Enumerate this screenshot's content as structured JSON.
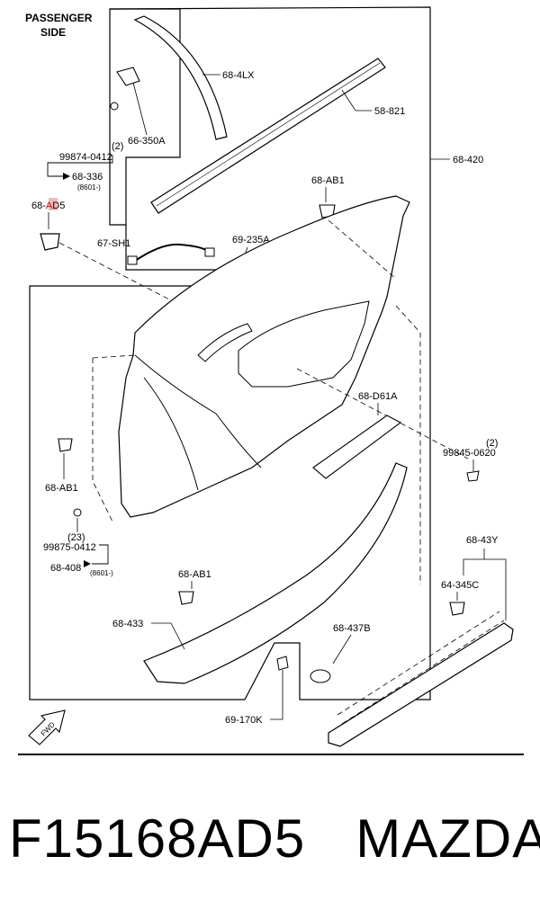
{
  "diagram": {
    "side_label_line1": "PASSENGER",
    "side_label_line2": "SIDE",
    "fwd_label": "FWD",
    "parts": {
      "molding_upper": "68-4LX",
      "weatherstrip": "58-821",
      "clip_retainer": "66-350A",
      "trim_assembly": "68-420",
      "screw_a": "99874-0412",
      "screw_a_qty": "(2)",
      "bolt_ref_1": "68-336",
      "bolt_ref_1_sub": "(8601-)",
      "target_part_prefix": "68-",
      "target_part_highlight": "A",
      "target_part_suffix": "D5",
      "clip_ab1_top": "68-AB1",
      "harness": "67-SH1",
      "connector": "69-235A",
      "handle_bracket": "68-D61A",
      "screw_b": "99845-0620",
      "screw_b_qty": "(2)",
      "clip_ab1_left": "68-AB1",
      "screw_c": "99875-0412",
      "screw_c_qty": "(23)",
      "bolt_ref_2": "68-408",
      "bolt_ref_2_sub": "(8601-)",
      "clip_ab1_lower": "68-AB1",
      "sill_trim": "68-43Y",
      "clip_345": "64-345C",
      "lower_trim": "68-433",
      "cap": "68-437B",
      "lamp_lens": "69-170K"
    }
  },
  "footer": {
    "part_number": "F15168AD5",
    "brand": "MAZDA"
  },
  "colors": {
    "line": "#000000",
    "highlight": "#e88a8a"
  }
}
